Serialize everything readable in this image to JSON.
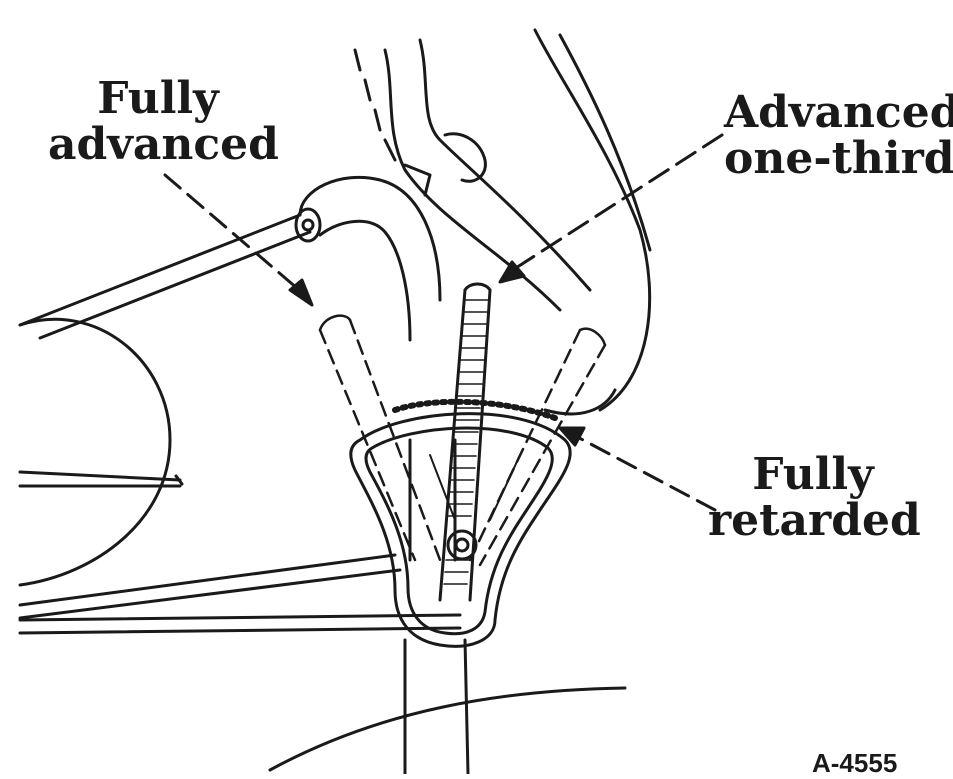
{
  "labels": {
    "fully_advanced": [
      "Fully",
      "advanced"
    ],
    "advanced_one_third": [
      "Advanced",
      "one-third"
    ],
    "fully_retarded": [
      "Fully",
      "retarded"
    ]
  },
  "figure_number": "A-4555",
  "colors": {
    "ink": "#1a1a1a",
    "paper": "#ffffff"
  }
}
